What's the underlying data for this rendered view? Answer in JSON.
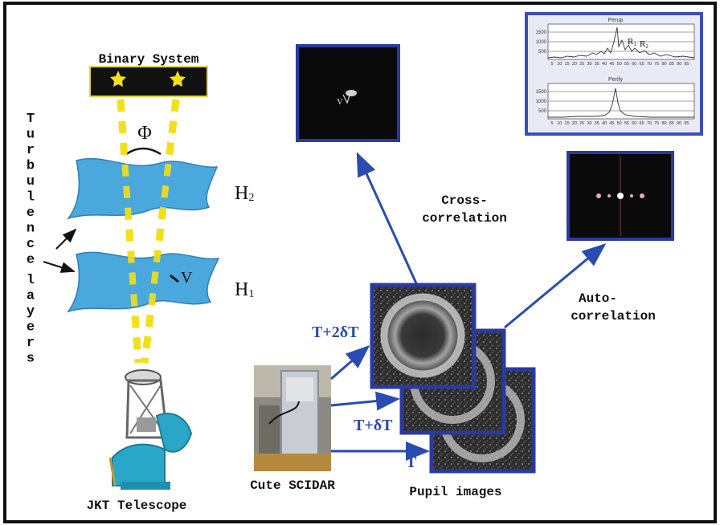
{
  "labels": {
    "binary_system": "Binary System",
    "turbulence_layers": "Turbulence layers",
    "phi": "Φ",
    "h2": "H",
    "h2_sub": "2",
    "h1": "H",
    "h1_sub": "1",
    "v_wind": "V",
    "v_cross": "V",
    "jkt_telescope": "JKT Telescope",
    "cute_scidar": "Cute SCIDAR",
    "pupil_images": "Pupil images",
    "cross_correlation_1": "Cross-",
    "cross_correlation_2": "correlation",
    "auto_correlation_1": "Auto-",
    "auto_correlation_2": "correlation",
    "t_2dt": "T+2δT",
    "t_dt": "T+δT",
    "t": "T",
    "r1": "R",
    "r1_sub": "1",
    "r2": "R",
    "r2_sub": "2",
    "plot_top_title": "Perup",
    "plot_bottom_title": "Perify",
    "plot_y_ticks": [
      "1500",
      "1000",
      "500"
    ],
    "plot_x_ticks": [
      "5",
      "10",
      "15",
      "20",
      "25",
      "30",
      "35",
      "40",
      "45",
      "50",
      "55",
      "60",
      "65",
      "70",
      "75",
      "80",
      "85",
      "90",
      "95"
    ]
  },
  "colors": {
    "frame": "#111111",
    "turbulence": "#4aa8dc",
    "beam": "#f2e01a",
    "arrow": "#2a4bb0",
    "label_blue": "#2a4bb0",
    "image_border": "#2a3aa0",
    "plot_border": "#3a4fb8",
    "plot_bg": "#e9eaf6"
  }
}
